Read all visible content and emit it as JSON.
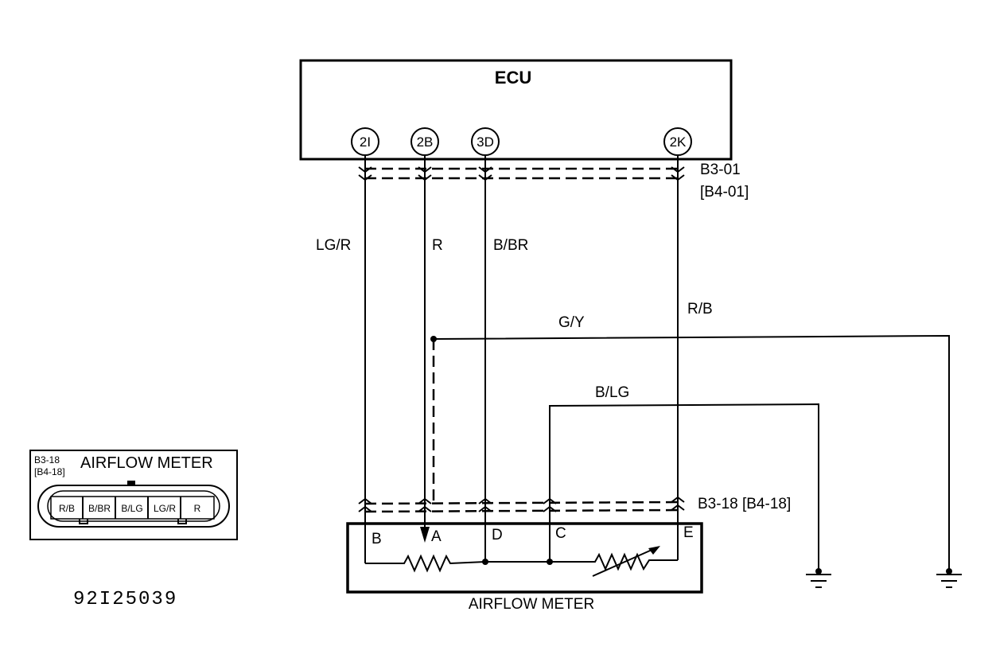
{
  "ecu": {
    "title": "ECU",
    "pins": [
      "2I",
      "2B",
      "3D",
      "2K"
    ]
  },
  "connectors": {
    "ecu_side": "B3-01",
    "ecu_side_alt": "[B4-01]",
    "meter_side": "B3-18 [B4-18]"
  },
  "wires": {
    "lg_r": "LG/R",
    "r": "R",
    "b_br": "B/BR",
    "r_b": "R/B",
    "g_y": "G/Y",
    "b_lg": "B/LG"
  },
  "airflow_meter": {
    "label": "AIRFLOW METER",
    "terminals": [
      "B",
      "A",
      "D",
      "C",
      "E"
    ]
  },
  "connector_view": {
    "code": "B3-18",
    "code_alt": "[B4-18]",
    "title": "AIRFLOW METER",
    "pins": [
      "R/B",
      "B/BR",
      "B/LG",
      "LG/R",
      "R"
    ]
  },
  "figure_id": "92I25039"
}
